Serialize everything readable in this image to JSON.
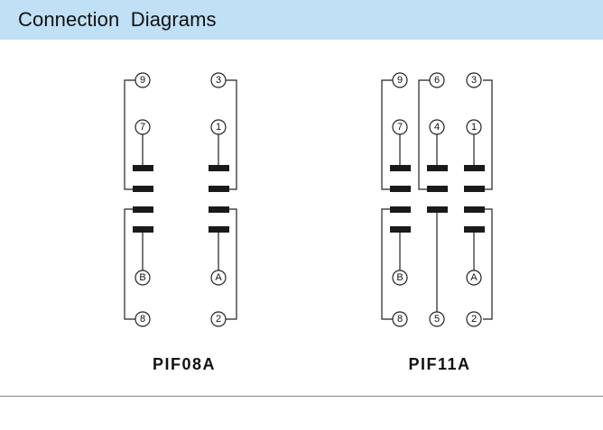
{
  "header": {
    "title": "Connection  Diagrams",
    "background": "#bfe0f5"
  },
  "diagrams": [
    {
      "model": "PIF08A",
      "terminals": {
        "top_outer": [
          "9",
          "3"
        ],
        "top_inner": [
          "7",
          "1"
        ],
        "bottom_inner": [
          "B",
          "A"
        ],
        "bottom_outer": [
          "8",
          "2"
        ]
      }
    },
    {
      "model": "PIF11A",
      "terminals": {
        "top_outer": [
          "9",
          "6",
          "3"
        ],
        "top_inner": [
          "7",
          "4",
          "1"
        ],
        "bottom_inner": [
          "B",
          "A"
        ],
        "bottom_outer": [
          "8",
          "5",
          "2"
        ]
      }
    }
  ],
  "colors": {
    "line": "#222222",
    "bar": "#1a1a1a",
    "text": "#111111",
    "rule": "#8a8a8a"
  }
}
